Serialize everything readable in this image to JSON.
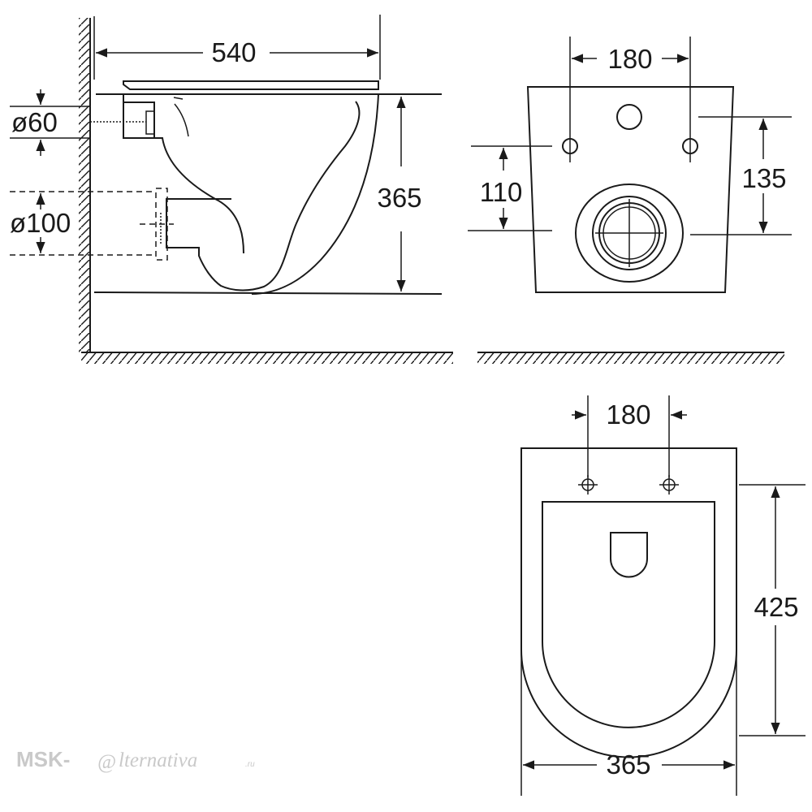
{
  "side_view": {
    "width_label": "540",
    "height_label": "365",
    "inlet_diameter_label": "ø60",
    "outlet_diameter_label": "ø100"
  },
  "rear_view": {
    "bolt_spacing_label": "180",
    "left_height_label": "110",
    "right_height_label": "135"
  },
  "top_view": {
    "bolt_spacing_label": "180",
    "length_label": "425",
    "width_label": "365"
  },
  "watermark": {
    "prefix": "MSK-",
    "at_sign": "@",
    "suffix": "lternativa",
    "domain": ".ru"
  },
  "colors": {
    "line": "#1a1a1a",
    "watermark": "#c9c9c9"
  }
}
